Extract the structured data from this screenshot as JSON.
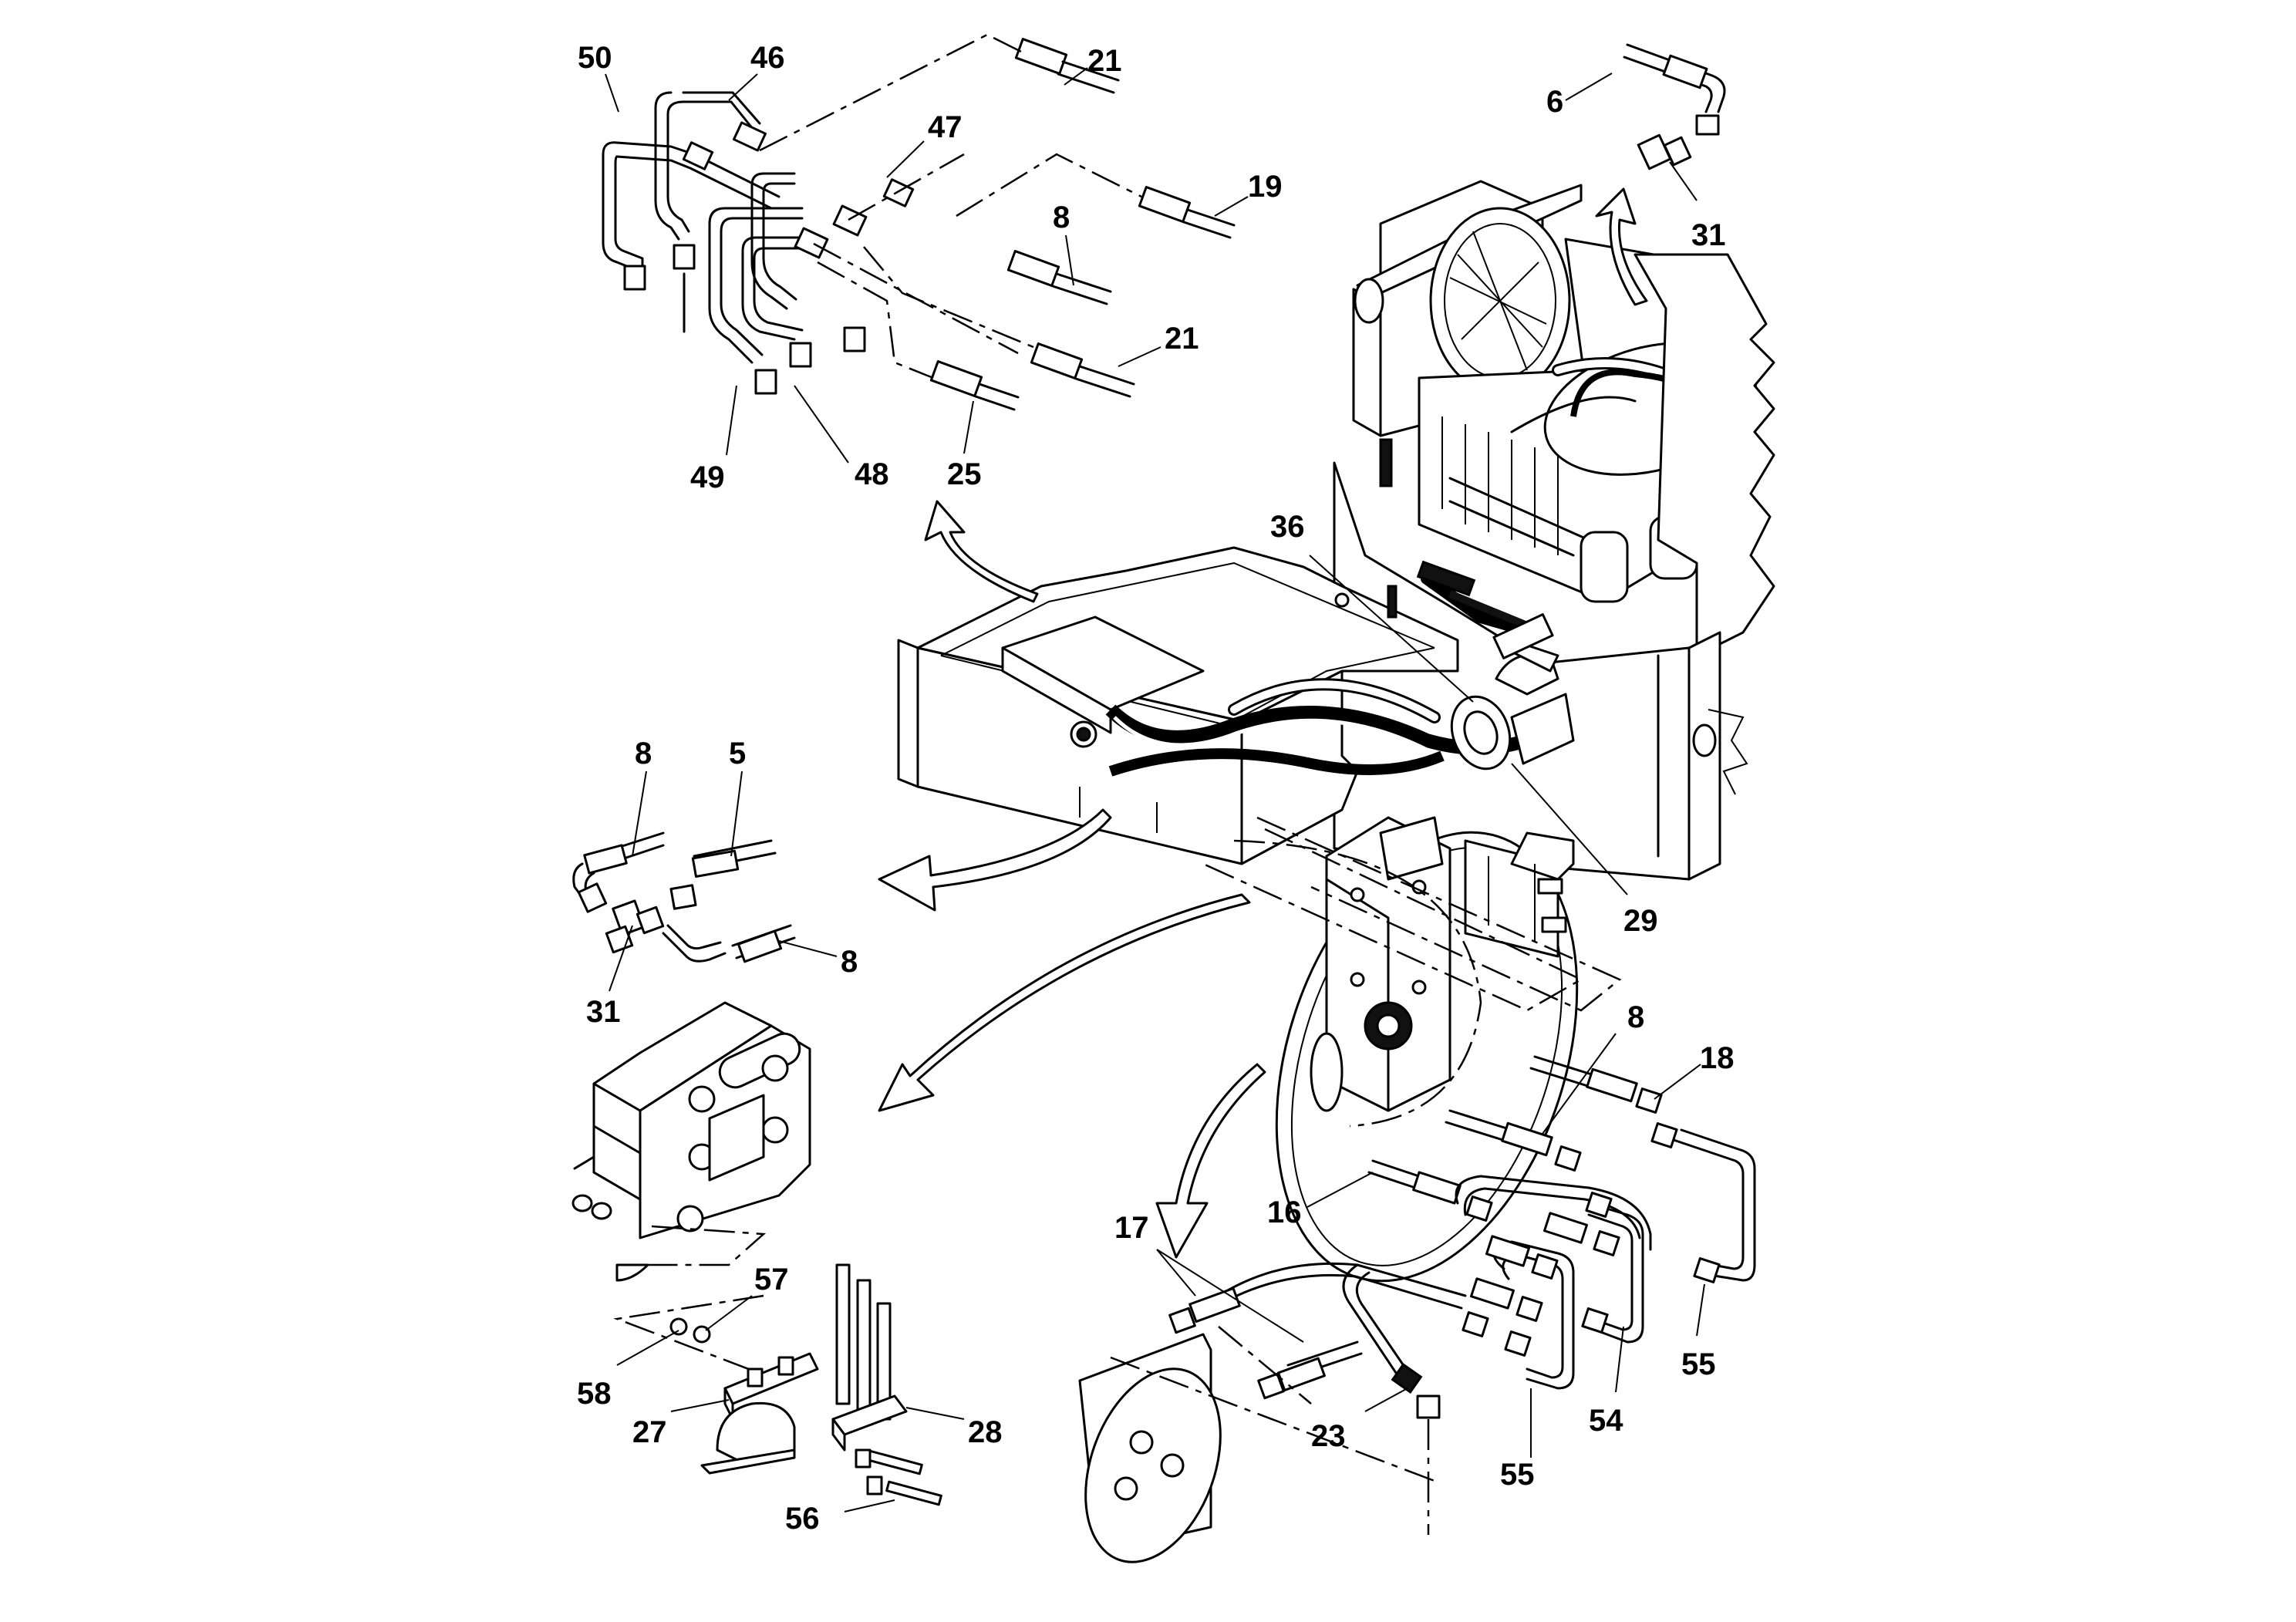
{
  "diagram": {
    "callouts": [
      {
        "id": "c50",
        "text": "50"
      },
      {
        "id": "c46",
        "text": "46"
      },
      {
        "id": "c21a",
        "text": "21"
      },
      {
        "id": "c47",
        "text": "47"
      },
      {
        "id": "c19",
        "text": "19"
      },
      {
        "id": "c8a",
        "text": "8"
      },
      {
        "id": "c21b",
        "text": "21"
      },
      {
        "id": "c49",
        "text": "49"
      },
      {
        "id": "c48",
        "text": "48"
      },
      {
        "id": "c25",
        "text": "25"
      },
      {
        "id": "c6",
        "text": "6"
      },
      {
        "id": "c31a",
        "text": "31"
      },
      {
        "id": "c36",
        "text": "36"
      },
      {
        "id": "c29",
        "text": "29"
      },
      {
        "id": "c8b",
        "text": "8"
      },
      {
        "id": "c5",
        "text": "5"
      },
      {
        "id": "c8c",
        "text": "8"
      },
      {
        "id": "c31b",
        "text": "31"
      },
      {
        "id": "c8d",
        "text": "8"
      },
      {
        "id": "c18",
        "text": "18"
      },
      {
        "id": "c16",
        "text": "16"
      },
      {
        "id": "c17",
        "text": "17"
      },
      {
        "id": "c55a",
        "text": "55"
      },
      {
        "id": "c54",
        "text": "54"
      },
      {
        "id": "c55b",
        "text": "55"
      },
      {
        "id": "c23",
        "text": "23"
      },
      {
        "id": "c57",
        "text": "57"
      },
      {
        "id": "c58",
        "text": "58"
      },
      {
        "id": "c27",
        "text": "27"
      },
      {
        "id": "c28",
        "text": "28"
      },
      {
        "id": "c56",
        "text": "56"
      }
    ]
  }
}
